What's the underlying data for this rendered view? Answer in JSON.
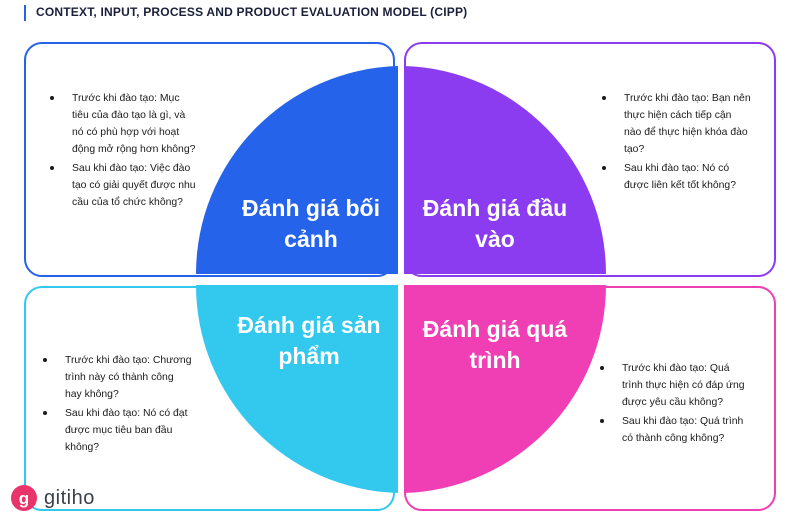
{
  "title": "CONTEXT, INPUT, PROCESS AND PRODUCT EVALUATION MODEL (CIPP)",
  "colors": {
    "context": "#2563eb",
    "input": "#8b3cf0",
    "process": "#f03fb5",
    "product": "#33c9ef",
    "title_bar": "#2563eb",
    "brand": "#e8336b"
  },
  "quadrants": {
    "context": {
      "label": [
        "Đánh giá bối",
        "cảnh"
      ],
      "bullets": [
        [
          "Trước khi đào tạo: Mục",
          "tiêu của đào tạo là gì, và",
          "nó có phù hợp với hoạt",
          "động mở rộng hơn không?"
        ],
        [
          "Sau khi đào tạo: Việc đào",
          "tạo có giải quyết được nhu",
          "cầu của tổ chức không?"
        ]
      ]
    },
    "input": {
      "label": [
        "Đánh giá đầu",
        "vào"
      ],
      "bullets": [
        [
          "Trước khi đào tạo: Bạn nên",
          "thực hiện cách tiếp cận",
          "nào để thực hiện khóa đào",
          "tạo?"
        ],
        [
          "Sau khi đào tạo: Nó có",
          "được liên kết tốt không?"
        ]
      ]
    },
    "product": {
      "label": [
        "Đánh giá sản",
        "phẩm"
      ],
      "bullets": [
        [
          "Trước khi đào tạo: Chương",
          "trình này có thành công",
          "hay không?"
        ],
        [
          "Sau khi đào tạo: Nó có đạt",
          "được mục tiêu ban đầu",
          "không?"
        ]
      ]
    },
    "process": {
      "label": [
        "Đánh giá quá",
        "trình"
      ],
      "bullets": [
        [
          "Trước khi đào tạo: Quá",
          "trình thực hiện có đáp ứng",
          "được yêu cầu không?"
        ],
        [
          "Sau khi đào tạo: Quá trình",
          "có thành công không?"
        ]
      ]
    }
  },
  "brand": {
    "name": "gitiho",
    "icon": "gitiho-logo-icon"
  }
}
